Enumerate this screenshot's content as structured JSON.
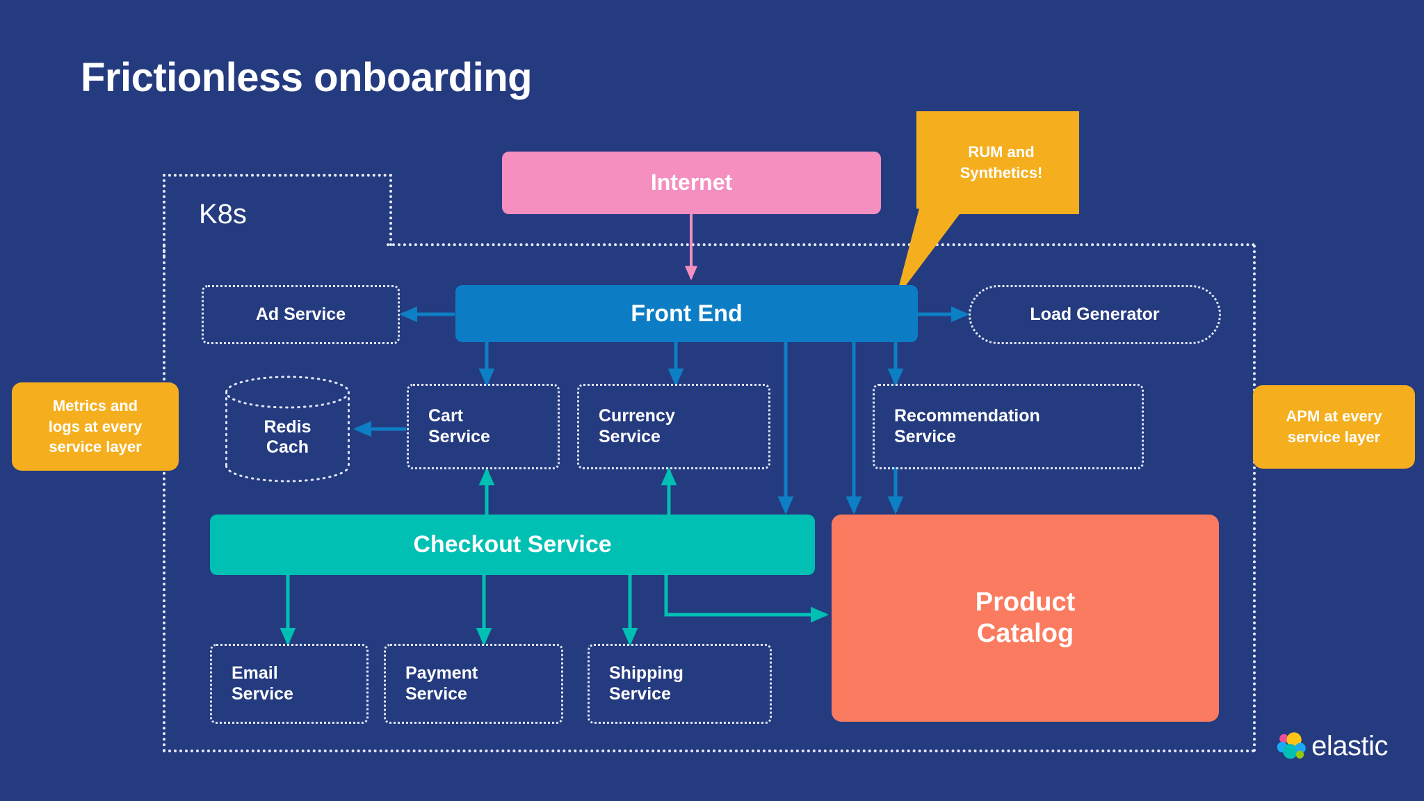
{
  "slide": {
    "title": "Frictionless onboarding",
    "background_color": "#253b80"
  },
  "k8s": {
    "label": "K8s"
  },
  "colors": {
    "background": "#253b80",
    "internet_pink": "#f48fc0",
    "frontend_blue": "#0c7dc4",
    "checkout_teal": "#00bfb3",
    "product_coral": "#fa7b5f",
    "callout_amber": "#f5af1e",
    "dotted_border": "#dfe5f5",
    "blue_arrow": "#0d7fc4",
    "teal_arrow": "#00bfb3",
    "pink_arrow": "#f48fc0"
  },
  "nodes": {
    "internet": {
      "label": "Internet",
      "style": "solid",
      "color": "#f48fc0",
      "font_size": 32
    },
    "front_end": {
      "label": "Front End",
      "style": "solid",
      "color": "#0c7dc4",
      "font_size": 34
    },
    "ad_service": {
      "label": "Ad Service",
      "style": "dotted"
    },
    "load_generator": {
      "label": "Load Generator",
      "style": "dotted-pill"
    },
    "redis_cache": {
      "label": "Redis\nCach",
      "style": "dotted-cylinder"
    },
    "cart_service": {
      "label": "Cart\nService",
      "style": "dotted"
    },
    "currency_service": {
      "label": "Currency\nService",
      "style": "dotted"
    },
    "recommendation_service": {
      "label": "Recommendation\nService",
      "style": "dotted"
    },
    "checkout_service": {
      "label": "Checkout Service",
      "style": "solid",
      "color": "#00bfb3",
      "font_size": 34
    },
    "product_catalog": {
      "label": "Product\nCatalog",
      "style": "solid",
      "color": "#fa7b5f",
      "font_size": 38
    },
    "email_service": {
      "label": "Email\nService",
      "style": "dotted"
    },
    "payment_service": {
      "label": "Payment\nService",
      "style": "dotted"
    },
    "shipping_service": {
      "label": "Shipping\nService",
      "style": "dotted"
    }
  },
  "callouts": {
    "rum_synthetics": {
      "label": "RUM and\nSynthetics!",
      "color": "#f5af1e",
      "shape": "speech-bubble"
    },
    "metrics_logs": {
      "label": "Metrics and\nlogs at every\nservice layer",
      "color": "#f5af1e",
      "shape": "rounded"
    },
    "apm": {
      "label": "APM at every\nservice layer",
      "color": "#f5af1e",
      "shape": "rounded"
    }
  },
  "brand": {
    "wordmark": "elastic",
    "logo_colors": [
      "#f04e98",
      "#fec514",
      "#00bfb3",
      "#1ba9f5",
      "#93c90e"
    ]
  },
  "chart_data": {
    "type": "diagram",
    "title": "Frictionless onboarding",
    "description": "Kubernetes microservices architecture (OpenTelemetry demo style) with Elastic observability callouts",
    "nodes": [
      "Internet",
      "Front End",
      "Ad Service",
      "Load Generator",
      "Redis Cach",
      "Cart Service",
      "Currency Service",
      "Recommendation Service",
      "Checkout Service",
      "Product Catalog",
      "Email Service",
      "Payment Service",
      "Shipping Service"
    ],
    "edges": [
      {
        "from": "Internet",
        "to": "Front End",
        "color": "#f48fc0"
      },
      {
        "from": "Front End",
        "to": "Ad Service",
        "color": "#0d7fc4"
      },
      {
        "from": "Front End",
        "to": "Load Generator",
        "color": "#0d7fc4"
      },
      {
        "from": "Front End",
        "to": "Cart Service",
        "color": "#0d7fc4"
      },
      {
        "from": "Front End",
        "to": "Currency Service",
        "color": "#0d7fc4"
      },
      {
        "from": "Front End",
        "to": "Recommendation Service",
        "color": "#0d7fc4"
      },
      {
        "from": "Front End",
        "to": "Checkout Service",
        "color": "#0d7fc4"
      },
      {
        "from": "Front End",
        "to": "Product Catalog",
        "color": "#0d7fc4"
      },
      {
        "from": "Cart Service",
        "to": "Redis Cach",
        "color": "#0d7fc4"
      },
      {
        "from": "Recommendation Service",
        "to": "Product Catalog",
        "color": "#0d7fc4"
      },
      {
        "from": "Checkout Service",
        "to": "Cart Service",
        "color": "#00bfb3"
      },
      {
        "from": "Checkout Service",
        "to": "Currency Service",
        "color": "#00bfb3"
      },
      {
        "from": "Checkout Service",
        "to": "Email Service",
        "color": "#00bfb3"
      },
      {
        "from": "Checkout Service",
        "to": "Payment Service",
        "color": "#00bfb3"
      },
      {
        "from": "Checkout Service",
        "to": "Shipping Service",
        "color": "#00bfb3"
      },
      {
        "from": "Checkout Service",
        "to": "Product Catalog",
        "color": "#00bfb3"
      }
    ],
    "annotations": [
      "RUM and Synthetics!",
      "Metrics and logs at every service layer",
      "APM at every service layer"
    ]
  }
}
